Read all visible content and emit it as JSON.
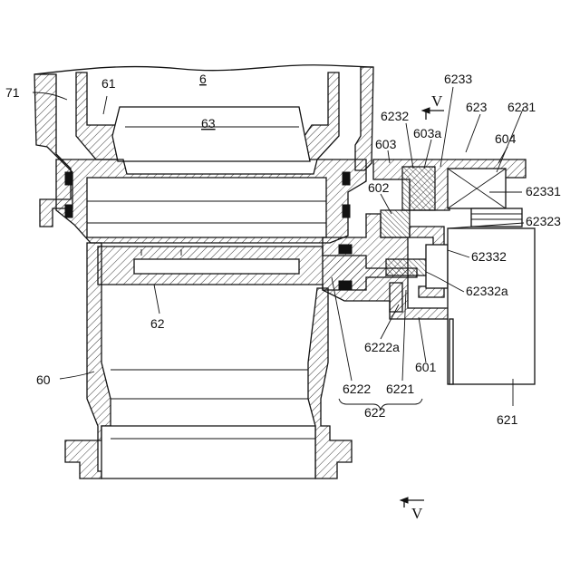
{
  "figure": {
    "top_label": "6",
    "labels": {
      "l71": "71",
      "l61": "61",
      "l63": "63",
      "l6233": "6233",
      "l6232": "6232",
      "l623": "623",
      "l6231": "6231",
      "l603": "603",
      "l603a": "603a",
      "l604": "604",
      "l602": "602",
      "l62331": "62331",
      "l62323": "62323",
      "l62332": "62332",
      "l62332a": "62332a",
      "l62": "62",
      "l6222a": "6222a",
      "l601": "601",
      "l60": "60",
      "l6222": "6222",
      "l6221": "6221",
      "l622": "622",
      "l621": "621"
    },
    "section_marks": {
      "top_letter": "V",
      "bottom_letter": "V"
    }
  }
}
